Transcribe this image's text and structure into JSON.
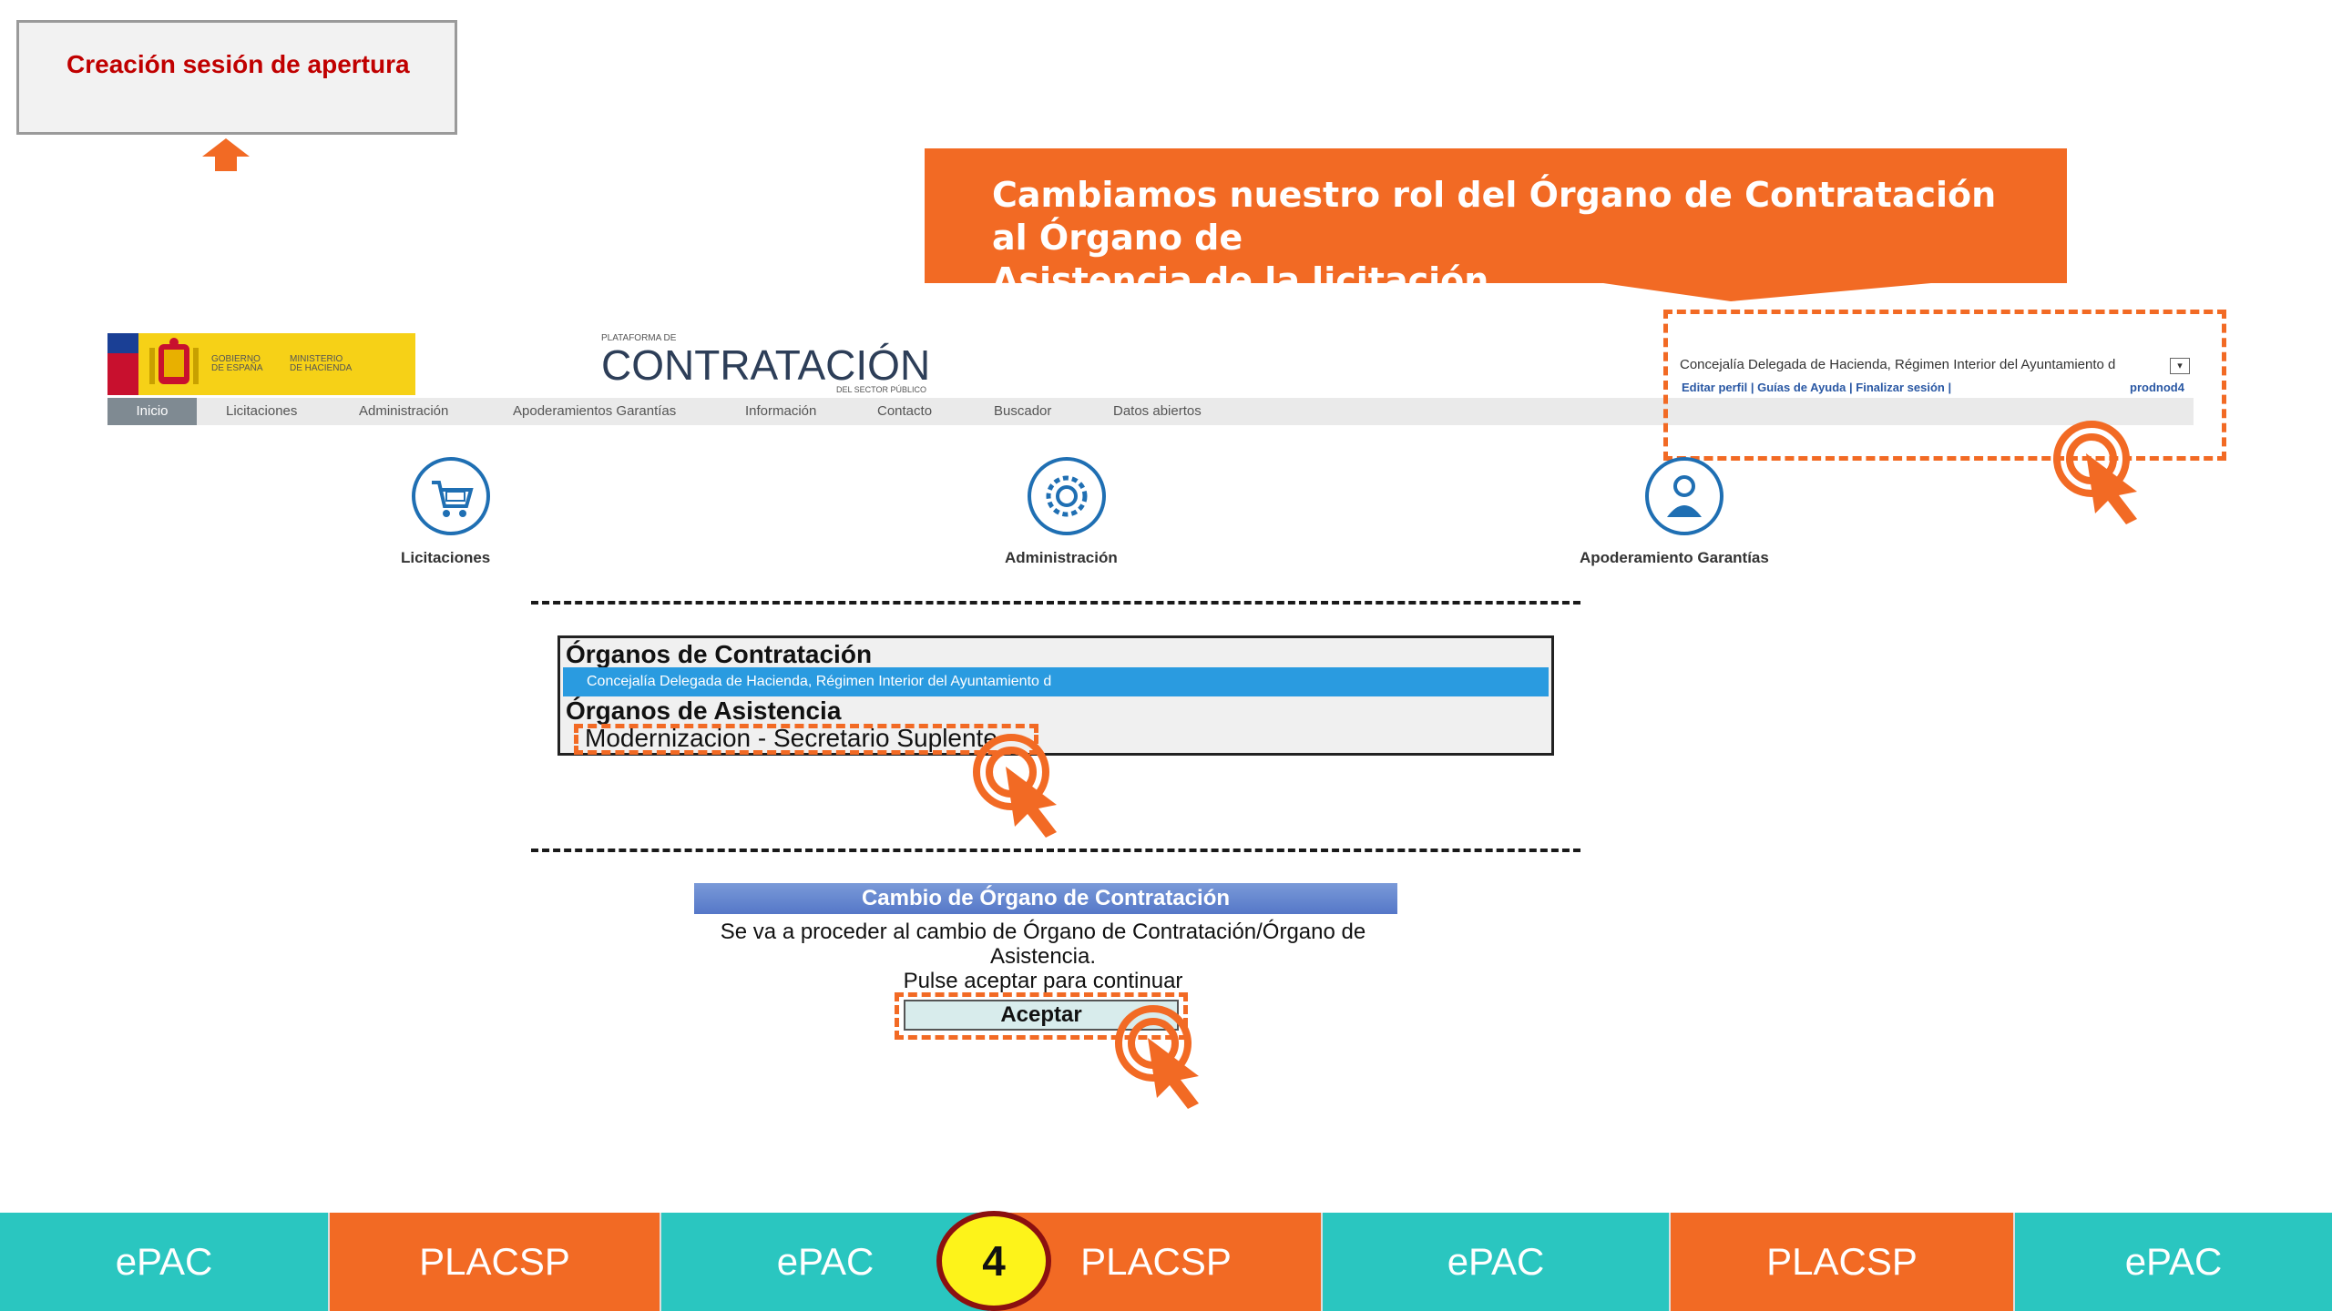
{
  "top_left_box": {
    "label": "Creación sesión de apertura"
  },
  "callout": {
    "line1": "Cambiamos nuestro rol del Órgano de Contratación al Órgano de",
    "line2": "Asistencia de la licitación"
  },
  "header": {
    "gov_text_1": "GOBIERNO",
    "gov_text_2": "DE ESPAÑA",
    "ministry_text_1": "MINISTERIO",
    "ministry_text_2": "DE HACIENDA",
    "platform_small": "PLATAFORMA DE",
    "platform_title": "CONTRATACIÓN",
    "platform_sub": "DEL SECTOR PÚBLICO"
  },
  "nav": {
    "items": [
      {
        "label": "Inicio"
      },
      {
        "label": "Licitaciones"
      },
      {
        "label": "Administración"
      },
      {
        "label": "Apoderamientos Garantías"
      },
      {
        "label": "Información"
      },
      {
        "label": "Contacto"
      },
      {
        "label": "Buscador"
      },
      {
        "label": "Datos abiertos"
      }
    ]
  },
  "user_panel": {
    "role_select": "Concejalía Delegada de Hacienda, Régimen Interior del Ayuntamiento d",
    "link_edit": "Editar perfil",
    "link_help": "Guías de Ayuda",
    "link_logout": "Finalizar sesión",
    "username": "prodnod4"
  },
  "icons": {
    "licitaciones": "Licitaciones",
    "administracion": "Administración",
    "apoderamiento": "Apoderamiento Garantías"
  },
  "listbox": {
    "group1": "Órganos de Contratación",
    "group1_item": "Concejalía Delegada de Hacienda, Régimen Interior del Ayuntamiento d",
    "group2": "Órganos de Asistencia",
    "group2_item": "Modernizacion - Secretario Suplente"
  },
  "confirmation": {
    "title": "Cambio de Órgano de Contratación",
    "text1": "Se va a proceder al cambio de Órgano de Contratación/Órgano de",
    "text2": "Asistencia.",
    "text3": "Pulse aceptar para continuar",
    "button": "Aceptar"
  },
  "bottom_bar": {
    "segments": [
      "ePAC",
      "PLACSP",
      "ePAC",
      "PLACSP",
      "ePAC",
      "PLACSP",
      "ePAC"
    ],
    "step": "4"
  },
  "colors": {
    "accent": "#f26a24",
    "teal": "#2ac6c0",
    "selection": "#2a9be0"
  }
}
